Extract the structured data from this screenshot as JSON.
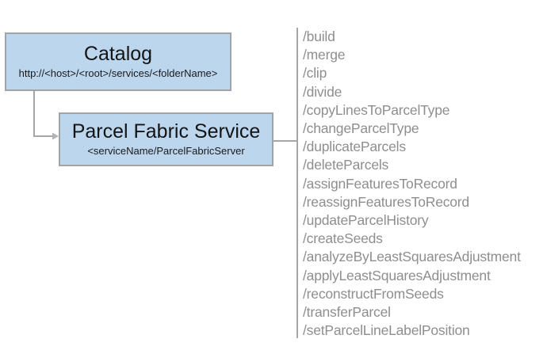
{
  "diagram": {
    "catalog_box": {
      "title": "Catalog",
      "subtitle": "http://<host>/<root>/services/<folderName>"
    },
    "service_box": {
      "title": "Parcel Fabric Service",
      "subtitle": "<serviceName/ParcelFabricServer"
    },
    "operations": [
      "/build",
      "/merge",
      "/clip",
      "/divide",
      "/copyLinesToParcelType",
      "/changeParcelType",
      "/duplicateParcels",
      "/deleteParcels",
      "/assignFeaturesToRecord",
      "/reassignFeaturesToRecord",
      "/updateParcelHistory",
      "/createSeeds",
      "/analyzeByLeastSquaresAdjustment",
      "/applyLeastSquaresAdjustment",
      "/reconstructFromSeeds",
      "/transferParcel",
      "/setParcelLineLabelPosition"
    ]
  },
  "colors": {
    "box_fill": "#bcd6ee",
    "box_border": "#a3a3a3",
    "connector": "#a6a6a6",
    "operation_text": "#8e8e8e",
    "title_text": "#141414"
  }
}
